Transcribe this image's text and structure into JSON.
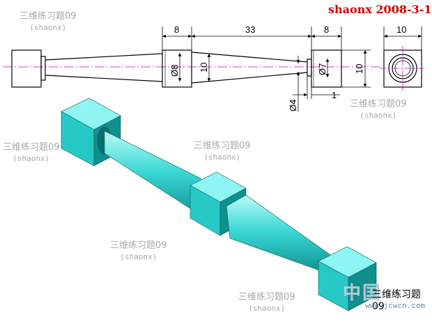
{
  "signature": "shaonx 2008-3-1",
  "watermarks": [
    {
      "title": "三维练习题09",
      "sub": "(shaonx)"
    },
    {
      "title": "三维练习题09",
      "sub": "(shaonx)"
    },
    {
      "title": "三维练习题09",
      "sub": "(shaonx)"
    },
    {
      "title": "三维练习题09",
      "sub": "(shaonx)"
    },
    {
      "title": "三维练习题09",
      "sub": "(shaonx)"
    },
    {
      "title": "三维练习题09",
      "sub": "(shaonx)"
    }
  ],
  "dimensions": {
    "left_block_width": "8",
    "taper_length": "33",
    "right_block_width": "8",
    "side_view_width": "10",
    "big_diameter": "Ø8",
    "small_diameter": "Ø7",
    "taper_height": "10",
    "block_height": "10",
    "thin_diameter": "Ø4",
    "step": "1"
  },
  "logo": {
    "big": "中国",
    "title": "三维练习题09",
    "url": "www.jcwcn.com"
  },
  "colors": {
    "solid_top": "#8ff5f2",
    "solid_front": "#27c9c7",
    "solid_side": "#0f8f8e",
    "centerline": "#cc00cc",
    "signature": "#d40000"
  }
}
